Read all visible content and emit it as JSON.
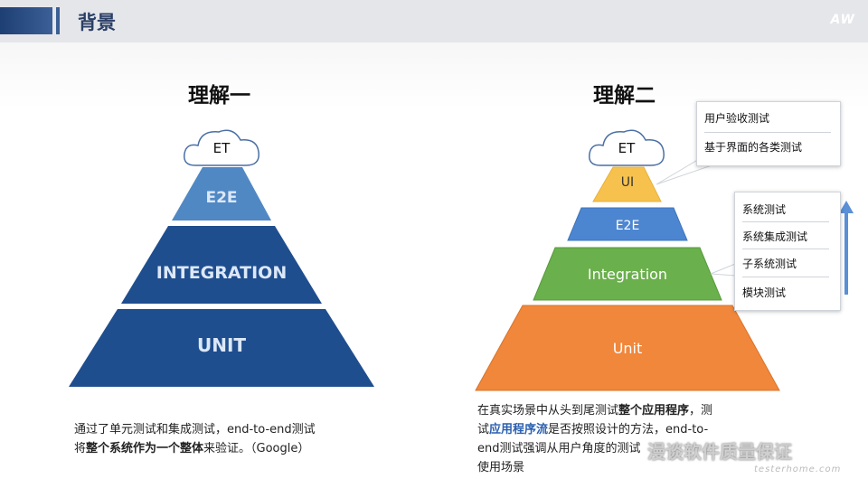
{
  "header": {
    "title": "背景",
    "brand": "AW"
  },
  "left": {
    "heading": "理解一",
    "cloud": "ET",
    "layers": [
      "E2E",
      "INTEGRATION",
      "UNIT"
    ],
    "desc_line1": "通过了单元测试和集成测试，end-to-end测试",
    "desc2_pre": "将",
    "desc2_b1": "整个系统作为一个整体",
    "desc2_post": "来验证。（Google）"
  },
  "right": {
    "heading": "理解二",
    "cloud": "ET",
    "layers": [
      "UI",
      "E2E",
      "Integration",
      "Unit"
    ],
    "ui_box": [
      "用户验收测试",
      "基于界面的各类测试"
    ],
    "int_box": [
      "系统测试",
      "系统集成测试",
      "子系统测试",
      "模块测试"
    ],
    "desc1_pre": "在真实场景中从头到尾测试",
    "desc1_b": "整个应用程序",
    "desc1_post": "，测",
    "desc2_pre": "试",
    "desc2_blue": "应用程序流",
    "desc2_post": "是否按照设计的方法，end-to-",
    "desc_line3": "end测试强调从用户角度的测试",
    "desc_line4": "使用场景"
  },
  "watermark": {
    "text": "漫谈软件质量保证",
    "sub": "testerhome.com"
  },
  "colors": {
    "navy": "#1f4e8f",
    "e2e_left": "#5088c4",
    "ui": "#f6c24d",
    "e2e_right": "#4c86d1",
    "integration": "#6ab04c",
    "unit": "#f0873a"
  }
}
